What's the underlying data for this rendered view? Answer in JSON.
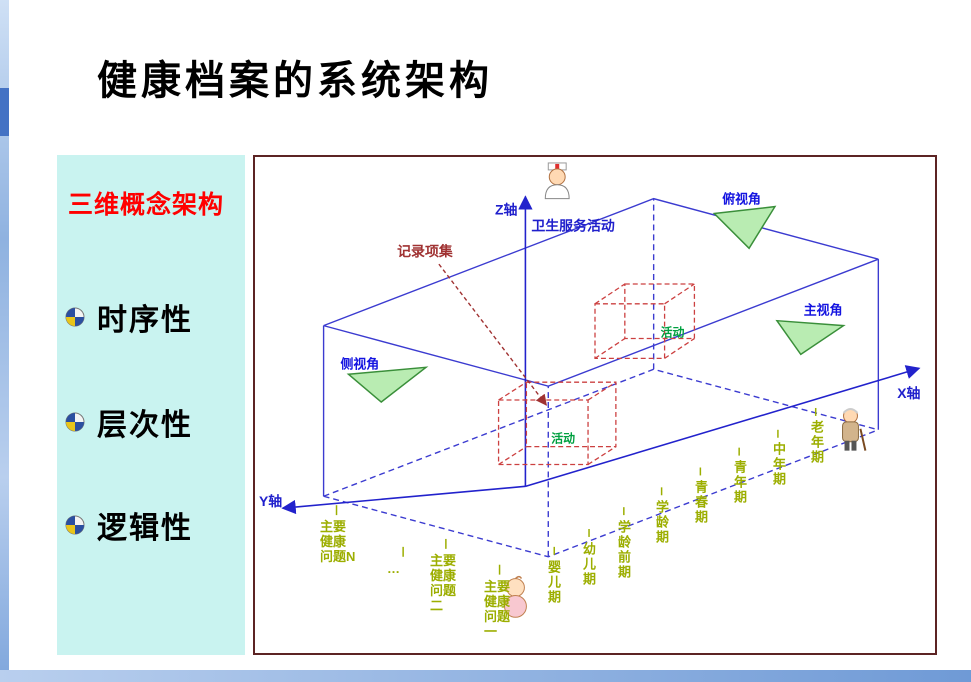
{
  "title": "健康档案的系统架构",
  "sidebar": {
    "heading": "三维概念架构",
    "items": [
      {
        "label": "时序性"
      },
      {
        "label": "层次性"
      },
      {
        "label": "逻辑性"
      }
    ]
  },
  "diagram": {
    "axis_z": "Z轴",
    "axis_x": "X轴",
    "axis_y": "Y轴",
    "service_activity": "卫生服务活动",
    "record_set": "记录项集",
    "activity_lower": "活动",
    "activity_upper": "活动",
    "view_top": "俯视角",
    "view_main": "主视角",
    "view_side": "侧视角",
    "x_ticks": [
      {
        "label": "婴儿期"
      },
      {
        "label": "幼儿期"
      },
      {
        "label": "学龄前期"
      },
      {
        "label": "学龄期"
      },
      {
        "label": "青春期"
      },
      {
        "label": "青年期"
      },
      {
        "label": "中年期"
      },
      {
        "label": "老年期"
      }
    ],
    "y_ticks": [
      {
        "label": "主要健康问题N"
      },
      {
        "label": "…"
      },
      {
        "label": "主要健康问题二"
      },
      {
        "label": "主要健康问题一"
      }
    ],
    "icons": {
      "doctor": "doctor-icon",
      "elderly": "elderly-man-icon",
      "baby": "baby-icon"
    }
  },
  "colors": {
    "heading_red": "#ff0000",
    "axis_blue": "#1f1fcc",
    "box_blue": "#3b3bd0",
    "cube_red": "#cc4040",
    "record_red": "#a03232",
    "activity_green": "#00a040",
    "tick_green": "#9cae00",
    "triangle_fill": "#b9ecb2",
    "triangle_stroke": "#3a8f3a",
    "sidebar_bg": "#c9f3f0",
    "diagram_border": "#5c2424"
  }
}
